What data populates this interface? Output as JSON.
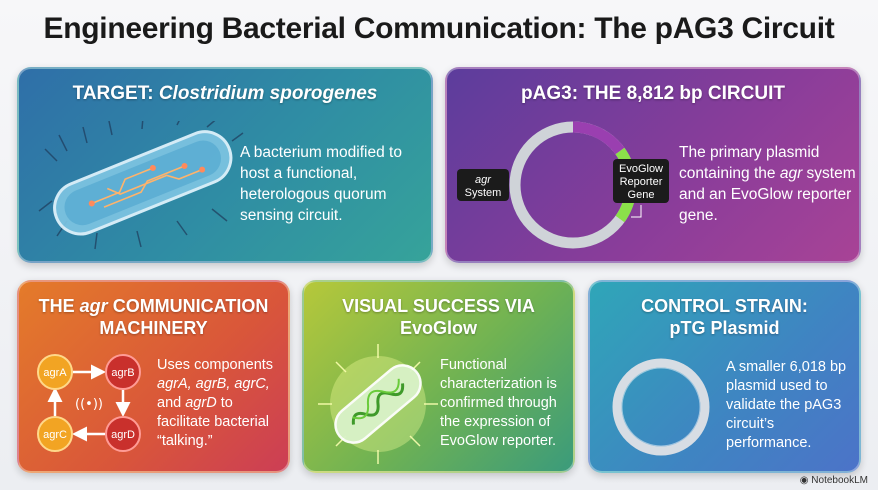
{
  "title": "Engineering Bacterial Communication: The pAG3 Circuit",
  "cards": {
    "target": {
      "heading_prefix": "TARGET: ",
      "heading_italic": "Clostridium sporogenes",
      "text": "A bacterium modified to host a functional, heterologous quorum sensing circuit."
    },
    "pag3": {
      "heading": "pAG3: THE 8,812 bp CIRCUIT",
      "label_agr_1": "agr",
      "label_agr_2": "System",
      "label_evo_1": "EvoGlow",
      "label_evo_2": "Reporter",
      "label_evo_3": "Gene",
      "text_1": "The primary plasmid containing the ",
      "text_italic": "agr",
      "text_2": " system and an EvoGlow reporter gene."
    },
    "agr": {
      "heading_1": "THE ",
      "heading_italic": "agr",
      "heading_2": " COMMUNICATION",
      "heading_line2": "MACHINERY",
      "node_a": "agrA",
      "node_b": "agrB",
      "node_c": "agrC",
      "node_d": "agrD",
      "text_1": "Uses components ",
      "text_i1": "agrA, agrB, agrC,",
      "text_2": " and ",
      "text_i2": "agrD",
      "text_3": " to facilitate bacterial “talking.”"
    },
    "evo": {
      "heading_1": "VISUAL SUCCESS VIA",
      "heading_2": "EvoGlow",
      "text": "Functional characterization is confirmed through the expression of EvoGlow reporter."
    },
    "ctrl": {
      "heading_1": "CONTROL STRAIN:",
      "heading_2": "pTG Plasmid",
      "text": "A smaller 6,018 bp plasmid used to validate the pAG3 circuit’s performance."
    }
  },
  "footer": "NotebookLM",
  "colors": {
    "title": "#1a1a1a",
    "evoglow_segment": "#8be04a",
    "plasmid_ring": "#cfd3d8"
  }
}
